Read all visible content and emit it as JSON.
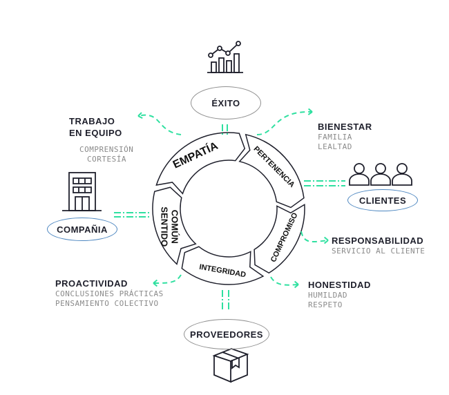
{
  "center_ring": {
    "segments": [
      {
        "label": "EMPATÍA"
      },
      {
        "label": "PERTENENCIA"
      },
      {
        "label": "COMPROMISO"
      },
      {
        "label": "INTEGRIDAD"
      },
      {
        "label": "SENTIDO",
        "label2": "COMÚN"
      }
    ]
  },
  "nodes": {
    "exito": "ÉXITO",
    "clientes": "CLIENTES",
    "compania": "COMPAÑIA",
    "proveedores": "PROVEEDORES"
  },
  "values": {
    "trabajo": {
      "title1": "TRABAJO",
      "title2": "EN EQUIPO",
      "sub1": "Comprensión",
      "sub2": "Cortesía"
    },
    "bienestar": {
      "title": "BIENESTAR",
      "sub1": "Familia",
      "sub2": "Lealtad"
    },
    "responsabilidad": {
      "title": "RESPONSABILIDAD",
      "sub1": "Servicio al cliente"
    },
    "honestidad": {
      "title": "HONESTIDAD",
      "sub1": "Humildad",
      "sub2": "Respeto"
    },
    "proactividad": {
      "title": "PROACTIVIDAD",
      "sub1": "Conclusiones prácticas",
      "sub2": "Pensamiento colectivo"
    }
  },
  "colors": {
    "accent": "#2fe0a0",
    "ink": "#1e1f2b",
    "blue": "#4c86c0",
    "gray": "#8a8a8a"
  }
}
